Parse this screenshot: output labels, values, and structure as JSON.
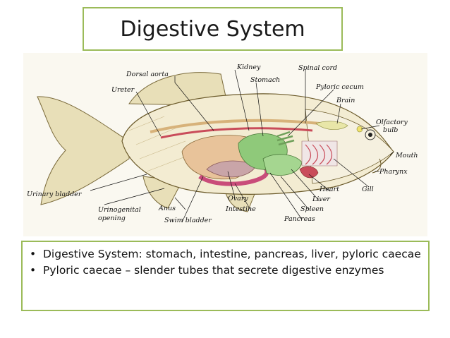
{
  "title": "Digestive System",
  "diagram": {
    "labels": {
      "dorsal_aorta": "Dorsal aorta",
      "kidney": "Kidney",
      "stomach": "Stomach",
      "spinal_cord": "Spinal cord",
      "ureter": "Ureter",
      "pyloric_cecum": "Pyloric cecum",
      "brain": "Brain",
      "olfactory": "Olfactory",
      "bulb": "bulb",
      "mouth": "Mouth",
      "pharynx": "Pharynx",
      "gill": "Gill",
      "heart": "Heart",
      "liver": "Liver",
      "spleen": "Spleen",
      "pancreas": "Pancreas",
      "intestine": "Intestine",
      "ovary": "Ovary",
      "anus": "Anus",
      "swim_bladder": "Swim bladder",
      "urinogenital": "Urinogenital",
      "opening": "opening",
      "urinary_bladder": "Urinary bladder"
    }
  },
  "bullets": [
    {
      "marker": "•",
      "text": "Digestive System: stomach, intestine, pancreas, liver, pyloric caecae"
    },
    {
      "marker": "•",
      "text": "Pyloric caecae – slender tubes that secrete digestive enzymes"
    }
  ],
  "colors": {
    "accent_border": "#9bbb59"
  }
}
